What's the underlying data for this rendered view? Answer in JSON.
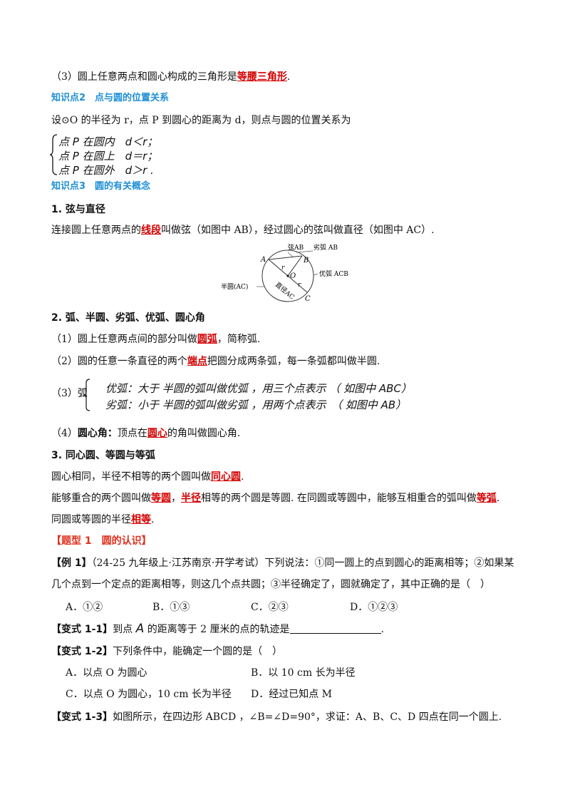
{
  "l1": {
    "pre": "（3）圆上任意两点和圆心构成的三角形是",
    "red": "等腰三角形",
    "post": "."
  },
  "kp2": "知识点2　点与圆的位置关系",
  "l2": "设⊙O 的半径为 r，点 P 到圆心的距离为 d，则点与圆的位置关系为",
  "cases": [
    "点 P 在圆内　d＜r；",
    "点 P 在圆上　d＝r；",
    "点 P 在圆外　d＞r ."
  ],
  "kp3": "知识点3　圆的有关概念",
  "h1": "1. 弦与直径",
  "l3": {
    "pre": "连接圆上任意两点的",
    "red": "线段",
    "post": "叫做弦（如图中 AB），经过圆心的弦叫做直径（如图中 AC）."
  },
  "fig": {
    "A": "A",
    "B": "B",
    "C": "C",
    "O": "O",
    "r1": "r",
    "r2": "r",
    "chord": "弦AB",
    "minor": "劣弧 AB",
    "major": "优弧 ACB",
    "semi": "半圆(AC)",
    "diam": "直径AC"
  },
  "h2": "2. 弧、半圆、劣弧、优弧、圆心角",
  "l4": {
    "pre": "（1）圆上任意两点间的部分叫做",
    "red": "圆弧",
    "post": "，简称弧."
  },
  "l5": {
    "pre": "（2）圆的任意一条直径的两个",
    "red": "端点",
    "post": "把圆分成两条弧，每一条弧都叫做半圆."
  },
  "l6lbl": "（3）弧",
  "l6a": "优弧：大于 半圆的弧叫做优弧 ，用三个点表示 （ 如图中 ABC）",
  "l6b": "劣弧：小于 半圆的弧叫做劣弧 ，用两个点表示　（ 如图中 AB）",
  "l7": {
    "pre": "（4）",
    "b": "圆心角：",
    "mid": "顶点在",
    "red": "圆心",
    "post": "的角叫做圆心角."
  },
  "h3": "3. 同心圆、等圆与等弧",
  "l8": {
    "pre": "圆心相同，半径不相等的两个圆叫做",
    "red": "同心圆",
    "post": "."
  },
  "l9": {
    "pre": "能够重合的两个圆叫做",
    "red1": "等圆",
    "mid1": "，",
    "red2": "半径",
    "mid2": "相等的两个圆是等圆. 在同圆或等圆中，能够互相重合的弧叫做",
    "red3": "等弧",
    "post": "."
  },
  "l10": {
    "pre": "同圆或等圆的半径",
    "red": "相等",
    "post": "."
  },
  "t1": "【题型 1　圆的认识】",
  "ex1a": {
    "b": "【例 1】",
    "t": "（24-25 九年级上·江苏南京·开学考试）下列说法：①同一圆上的点到圆心的距离相等；②如果某"
  },
  "ex1b": "几个点到一个定点的距离相等，则这几个点共圆；③半径确定了，圆就确定了，其中正确的是（　）",
  "opts1": [
    "A．①②",
    "B．①③",
    "C．②③",
    "D．①②③"
  ],
  "v11": {
    "b": "【变式 1-1】",
    "t1": "到点 ",
    "v": "A",
    "t2": " 的距离等于 2 厘米的点的轨迹是",
    "end": "."
  },
  "v12": {
    "b": "【变式 1-2】",
    "t": "下列条件中，能确定一个圆的是（　）"
  },
  "opts2": [
    "A．以点 O 为圆心",
    "B．以 10 cm 长为半径",
    "C．以点 O 为圆心，10 cm 长为半径",
    "D．经过已知点 M"
  ],
  "v13": {
    "b": "【变式 1-3】",
    "t": "如图所示，在四边形 ABCD ，∠B=∠D=90°，求证：A、B、C、D 四点在同一个圆上."
  }
}
